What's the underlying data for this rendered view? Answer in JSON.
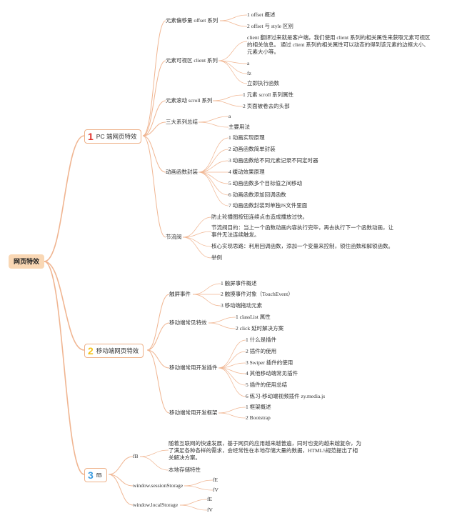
{
  "root": "网页特效",
  "colors": {
    "line": "#f0b591",
    "root_bg": "#f9d7b4",
    "num1": "#e0312b",
    "num2": "#f4c21a",
    "num3": "#3a9be0"
  },
  "topic1": {
    "num": "1",
    "label": "PC 端网页特效",
    "offset": {
      "label": "元素偏移量 offset 系列",
      "items": [
        "1 offset 概述",
        "2 offset 与 style 区别"
      ]
    },
    "client": {
      "label": "元素可视区 client 系列",
      "items": [
        "client 翻译过来就是客户端，我们使用 client 系列的相关属性来获取元素可视区的相关信息。 通过 client 系列的相关属性可以动态的得到该元素的边框大小、元素大小等。",
        "a",
        "fz",
        "立即执行函数"
      ]
    },
    "scroll": {
      "label": "元素滚动 scroll 系列",
      "items": [
        "1 元素 scroll 系列属性",
        "2 页面被卷去的头部"
      ]
    },
    "summary": {
      "label": "三大系列总结",
      "items": [
        "a",
        "主要用法"
      ]
    },
    "animation": {
      "label": "动画函数封装",
      "items": [
        "1 动画实现原理",
        "2 动画函数简单封装",
        "3 动画函数给不同元素记录不同定时器",
        "4 缓动效果原理",
        "5 动画函数多个目标值之间移动",
        "6 动画函数添加回调函数",
        "7 动画函数封装到单独JS文件里面"
      ]
    },
    "throttle": {
      "label": "节流阀",
      "items": [
        "防止轮播图按钮连续点击造成播放过快。",
        "节流阀目的：当上一个函数动画内容执行完毕，再去执行下一个函数动画，让事件无法连续触发。",
        "核心实现思路：利用回调函数，添加一个变量来控制，锁住函数和解锁函数。",
        "举例"
      ]
    }
  },
  "topic2": {
    "num": "2",
    "label": "移动端网页特效",
    "touch": {
      "label": "触屏事件",
      "items": [
        "1 触屏事件概述",
        "2 触摸事件对象（TouchEvent）",
        "3 移动端拖动元素"
      ]
    },
    "common": {
      "label": "移动端常见特效",
      "items": [
        "1 classList 属性",
        "2 click 延时解决方案"
      ]
    },
    "plugins": {
      "label": "移动端常用开发插件",
      "items": [
        "1 什么是插件",
        "2 插件的使用",
        "3 Swiper 插件的使用",
        "4 其他移动端常见插件",
        "5 插件的使用总结",
        "6 练习-移动端视频插件 zy.media.js"
      ]
    },
    "frameworks": {
      "label": "移动端常用开发框架",
      "items": [
        "1 框架概述",
        "2 Bootstrap"
      ]
    }
  },
  "topic3": {
    "num": "3",
    "label": "fB",
    "fb": {
      "label": "fB",
      "items": [
        "随着互联网的快速发展，基于网页的应用越来越普遍，同时也变的越来越复杂，为了满足各种各样的需求，会经常性在本地存储大量的数据，HTML5规范提出了相关解决方案。",
        "本地存储特性"
      ]
    },
    "session": {
      "label": "window.sessionStorage",
      "items": [
        "fE",
        "fV"
      ]
    },
    "local": {
      "label": "window.localStorage",
      "items": [
        "fE",
        "fV"
      ]
    }
  }
}
